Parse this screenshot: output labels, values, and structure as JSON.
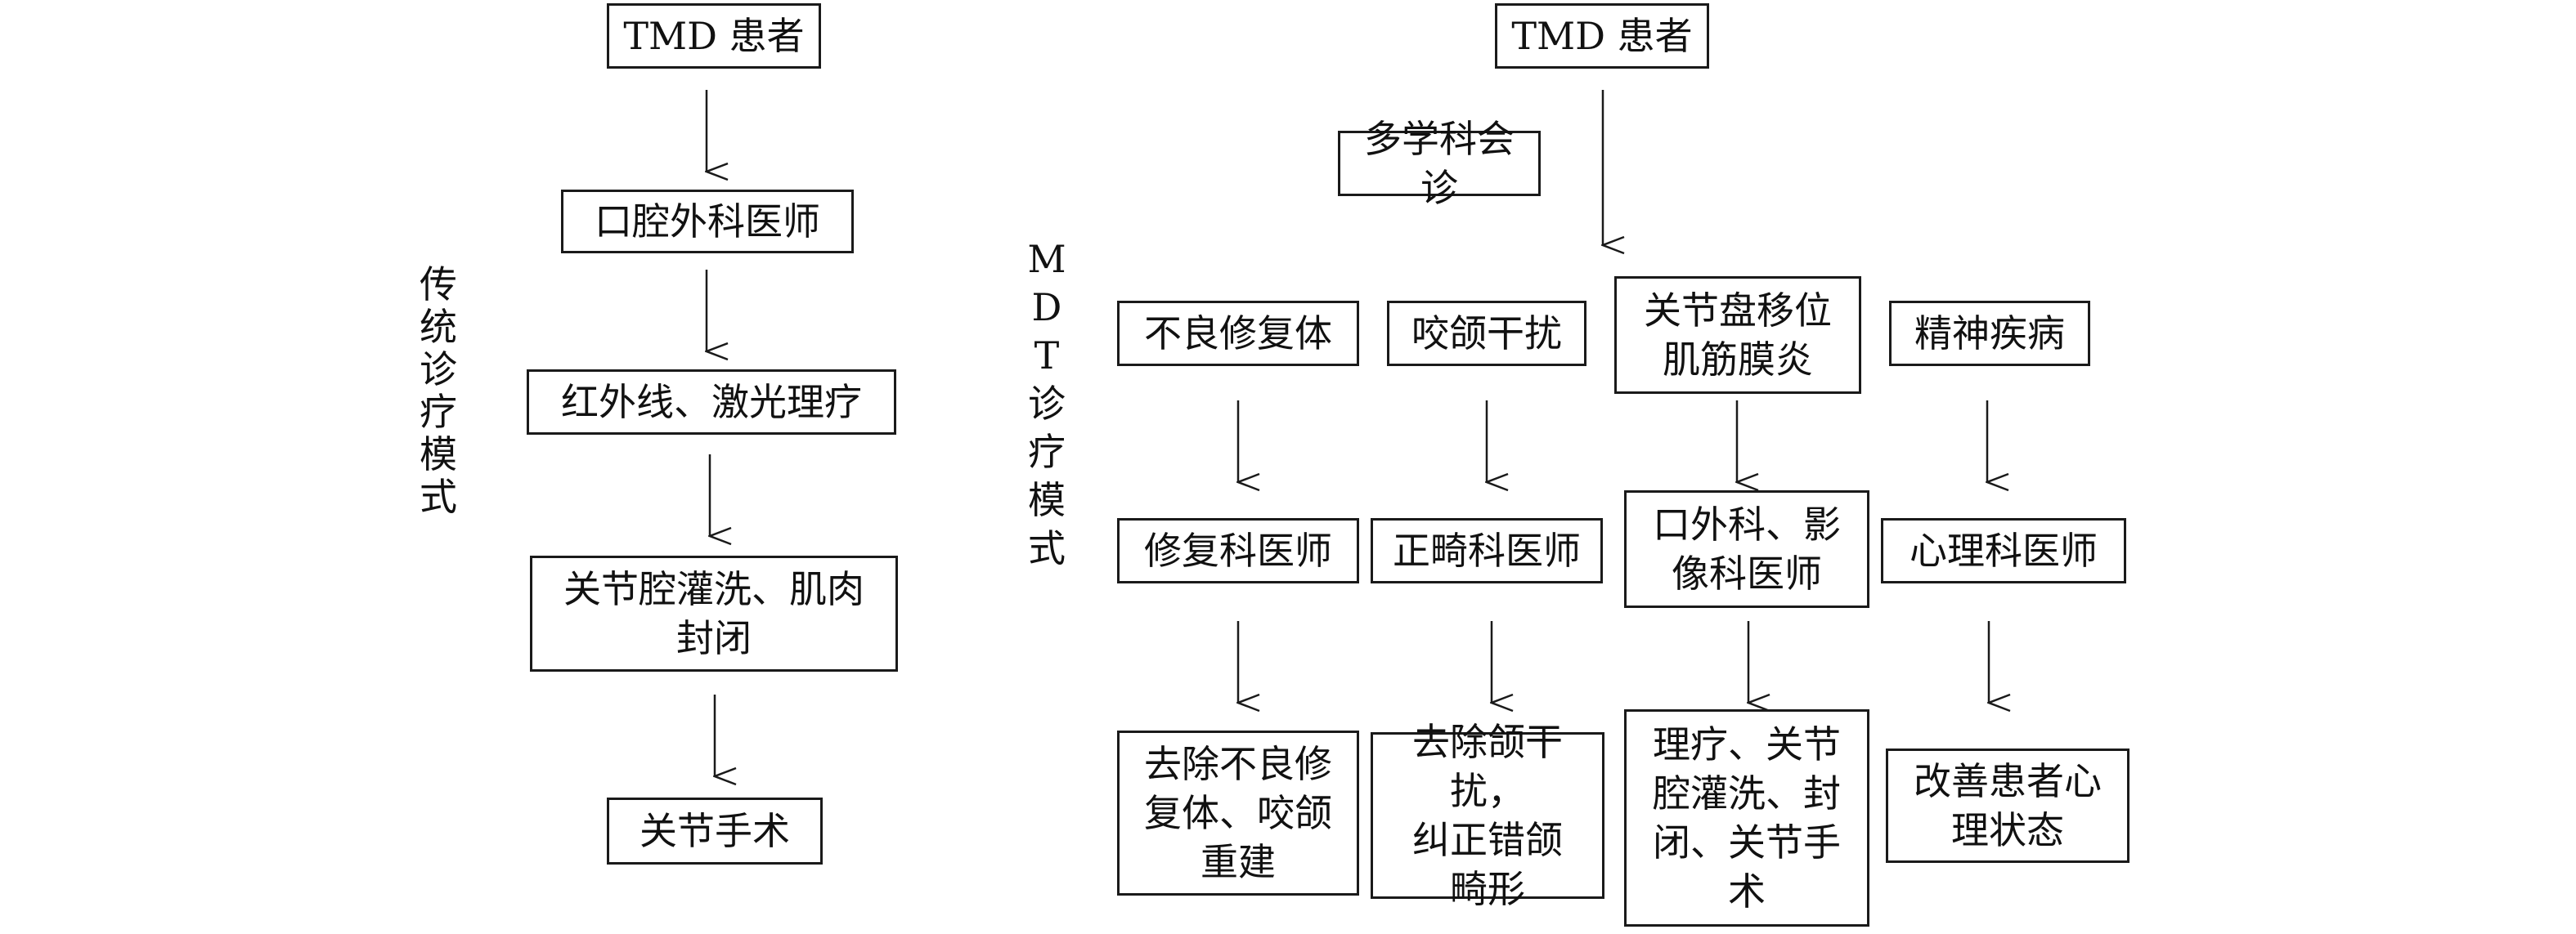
{
  "traditional": {
    "label": "传\n统\n诊\n疗\n模\n式",
    "steps": [
      "TMD 患者",
      "口腔外科医师",
      "红外线、激光理疗",
      "关节腔灌洗、肌肉\n封闭",
      "关节手术"
    ]
  },
  "mdt": {
    "label": "M\nD\nT\n诊\n疗\n模\n式",
    "patient": "TMD 患者",
    "consult": "多学科会诊",
    "branches": [
      {
        "condition": "不良修复体",
        "doctor": "修复科医师",
        "treatment": "去除不良修\n复体、咬颌\n重建"
      },
      {
        "condition": "咬颌干扰",
        "doctor": "正畸科医师",
        "treatment": "去除颌干扰，\n纠正错颌\n畸形"
      },
      {
        "condition": "关节盘移位\n肌筋膜炎",
        "doctor": "口外科、影\n像科医师",
        "treatment": "理疗、关节\n腔灌洗、封\n闭、关节手\n术"
      },
      {
        "condition": "精神疾病",
        "doctor": "心理科医师",
        "treatment": "改善患者心\n理状态"
      }
    ]
  }
}
